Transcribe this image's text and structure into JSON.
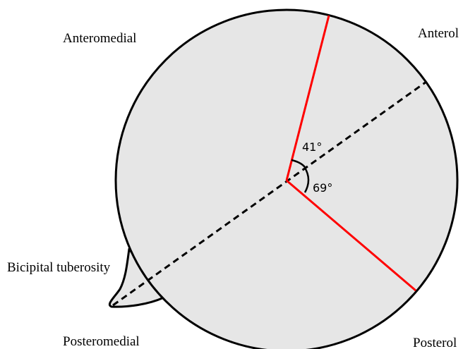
{
  "labels": {
    "anteromedial": "Anteromedial",
    "anterolateral": "Anterol",
    "bicipital_tuberosity": "Bicipital tuberosity",
    "posteromedial": "Posteromedial",
    "posterolateral": "Posterol"
  },
  "angles": {
    "upper": "41°",
    "lower": "69°"
  },
  "colors": {
    "bone_fill": "#e6e6e6",
    "outline": "#000000",
    "red_line": "#ff0000"
  }
}
